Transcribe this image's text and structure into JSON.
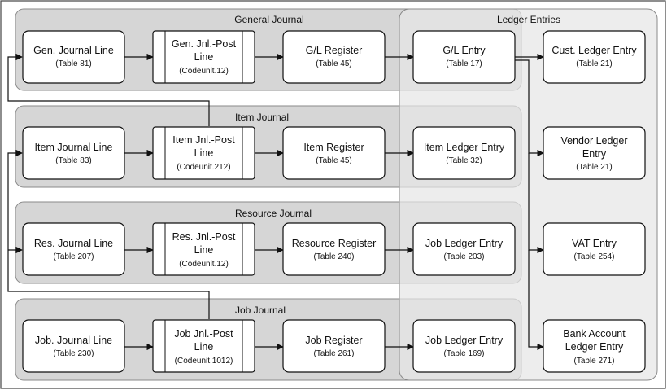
{
  "groups": {
    "general_journal": "General Journal",
    "item_journal": "Item Journal",
    "resource_journal": "Resource Journal",
    "job_journal": "Job Journal",
    "ledger_entries": "Ledger Entries"
  },
  "boxes": {
    "gen_journal_line": {
      "title": "Gen. Journal Line",
      "sub": "(Table 81)"
    },
    "gen_jnl_post": {
      "title1": "Gen. Jnl.-Post",
      "title2": "Line",
      "sub": "(Codeunit.12)"
    },
    "gl_register": {
      "title": "G/L Register",
      "sub": "(Table 45)"
    },
    "gl_entry": {
      "title": "G/L Entry",
      "sub": "(Table 17)"
    },
    "cust_ledger_entry": {
      "title": "Cust. Ledger Entry",
      "sub": "(Table 21)"
    },
    "item_journal_line": {
      "title": "Item Journal Line",
      "sub": "(Table 83)"
    },
    "item_jnl_post": {
      "title1": "Item Jnl.-Post",
      "title2": "Line",
      "sub": "(Codeunit.212)"
    },
    "item_register": {
      "title": "Item Register",
      "sub": "(Table 45)"
    },
    "item_ledger_entry": {
      "title": "Item Ledger Entry",
      "sub": "(Table 32)"
    },
    "vendor_ledger_entry": {
      "title1": "Vendor Ledger",
      "title2": "Entry",
      "sub": "(Table 21)"
    },
    "res_journal_line": {
      "title": "Res. Journal Line",
      "sub": "(Table 207)"
    },
    "res_jnl_post": {
      "title1": "Res. Jnl.-Post",
      "title2": "Line",
      "sub": "(Codeunit.12)"
    },
    "resource_register": {
      "title": "Resource Register",
      "sub": "(Table 240)"
    },
    "job_ledger_entry_res": {
      "title": "Job Ledger Entry",
      "sub": "(Table 203)"
    },
    "vat_entry": {
      "title": "VAT Entry",
      "sub": "(Table 254)"
    },
    "job_journal_line": {
      "title": "Job. Journal Line",
      "sub": "(Table 230)"
    },
    "job_jnl_post": {
      "title1": "Job Jnl.-Post",
      "title2": "Line",
      "sub": "(Codeunit.1012)"
    },
    "job_register": {
      "title": "Job Register",
      "sub": "(Table 261)"
    },
    "job_ledger_entry_job": {
      "title": "Job Ledger Entry",
      "sub": "(Table 169)"
    },
    "bank_account_ledger_entry": {
      "title1": "Bank Account",
      "title2": "Ledger Entry",
      "sub": "(Table 271)"
    }
  },
  "colors": {
    "group_fill": "#d6d6d6",
    "ledger_fill": "#e3e3e3",
    "box_fill": "#ffffff",
    "stroke": "#111111",
    "group_stroke": "#8a8a8a"
  }
}
